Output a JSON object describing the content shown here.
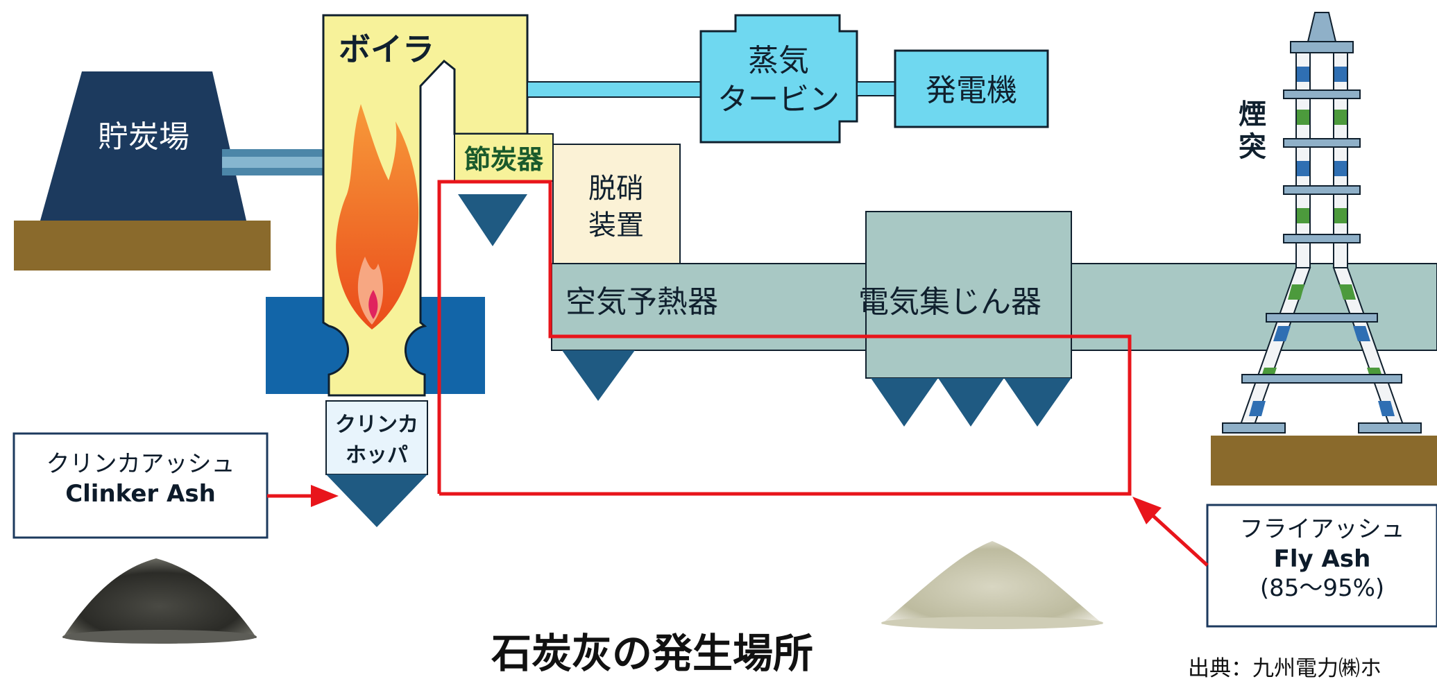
{
  "labels": {
    "coal_yard": "貯炭場",
    "boiler": "ボイラ",
    "steam_turbine_line1": "蒸気",
    "steam_turbine_line2": "タービン",
    "generator": "発電機",
    "chimney_line1": "煙",
    "chimney_line2": "突",
    "economizer": "節炭器",
    "denitrification_line1": "脱硝",
    "denitrification_line2": "装置",
    "air_preheater": "空気予熱器",
    "electrostatic_precipitator": "電気集じん器",
    "clinker_hopper_line1": "クリンカ",
    "clinker_hopper_line2": "ホッパ"
  },
  "clinker_ash_box": {
    "jp": "クリンカアッシュ",
    "en": "Clinker Ash"
  },
  "fly_ash_box": {
    "jp": "フライアッシュ",
    "en": "Fly Ash",
    "percent": "(85～95%)"
  },
  "title": "石炭灰の発生場所",
  "source": "出典：九州電力㈱ホ",
  "colors": {
    "coal_yard": "#1c3a5e",
    "ground": "#8a6a2c",
    "boiler": "#f7f29a",
    "flame": "#f26522",
    "steam_turbine": "#6fd8f0",
    "denitrification": "#fbf2d6",
    "duct": "#a8c8c4",
    "hopper": "#1f5a82",
    "flyash_path": "#e8151b",
    "chimney_band": "#4c9a3c"
  },
  "icons": [
    "clinker-ash-pile-image",
    "fly-ash-pile-image"
  ]
}
